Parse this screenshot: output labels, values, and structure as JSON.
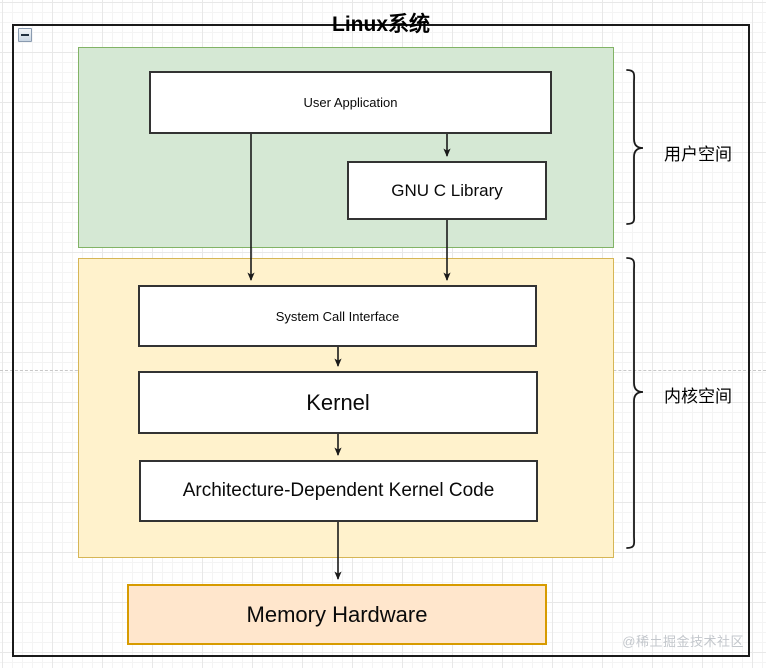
{
  "diagram": {
    "title": "Linux系统",
    "collapse_icon": "collapse-minus-icon",
    "watermark": "@稀土掘金技术社区",
    "zones": [
      {
        "id": "user-space",
        "label": "用户空间",
        "fill": "#d5e8d4",
        "stroke": "#82b366"
      },
      {
        "id": "kernel-space",
        "label": "内核空间",
        "fill": "#fff2cc",
        "stroke": "#d6b656"
      }
    ],
    "nodes": [
      {
        "id": "user-application",
        "label": "User Application",
        "fill": "#ffffff",
        "stroke": "#333333"
      },
      {
        "id": "gnu-c-library",
        "label": "GNU  C Library",
        "fill": "#ffffff",
        "stroke": "#333333"
      },
      {
        "id": "system-call-interface",
        "label": "System Call Interface",
        "fill": "#ffffff",
        "stroke": "#333333"
      },
      {
        "id": "kernel",
        "label": "Kernel",
        "fill": "#ffffff",
        "stroke": "#333333"
      },
      {
        "id": "arch-dependent-kernel-code",
        "label": "Architecture-Dependent Kernel Code",
        "fill": "#ffffff",
        "stroke": "#333333"
      },
      {
        "id": "memory-hardware",
        "label": "Memory Hardware",
        "fill": "#ffe6cc",
        "stroke": "#d79b00"
      }
    ],
    "edges": [
      {
        "from": "user-application",
        "to": "gnu-c-library"
      },
      {
        "from": "user-application",
        "to": "system-call-interface"
      },
      {
        "from": "gnu-c-library",
        "to": "system-call-interface"
      },
      {
        "from": "system-call-interface",
        "to": "kernel"
      },
      {
        "from": "kernel",
        "to": "arch-dependent-kernel-code"
      },
      {
        "from": "arch-dependent-kernel-code",
        "to": "memory-hardware"
      }
    ]
  }
}
